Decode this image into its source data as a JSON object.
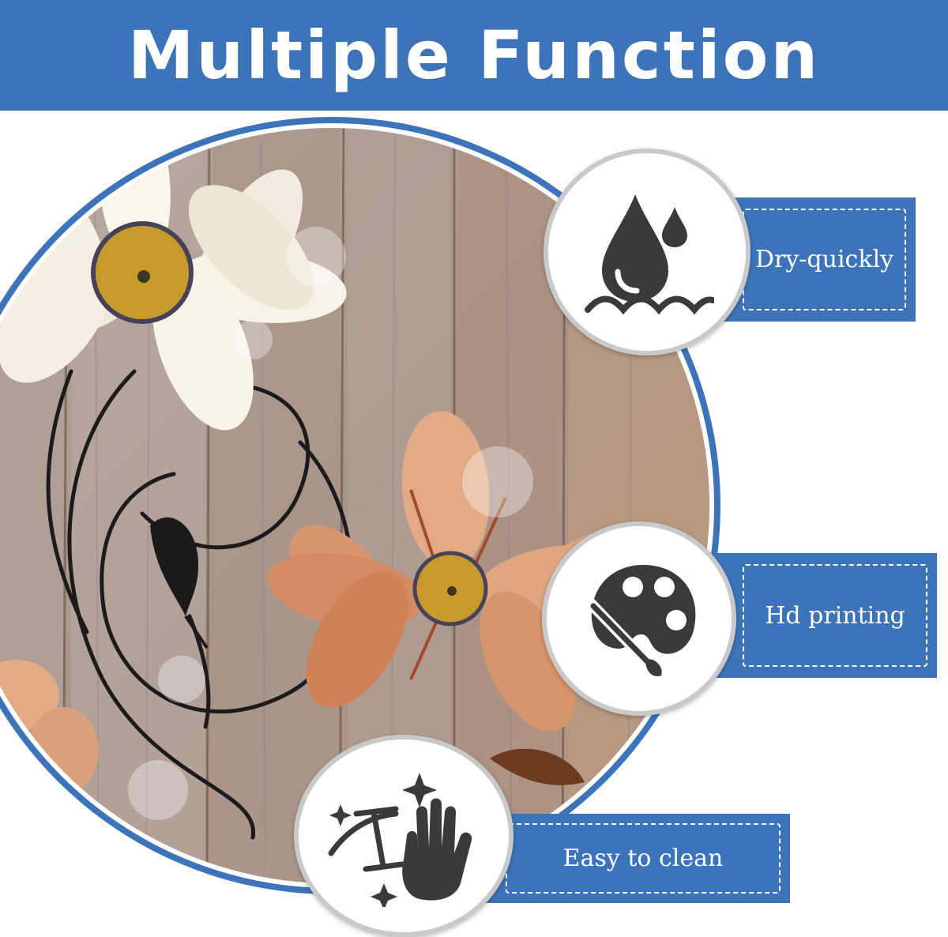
{
  "banner": {
    "title": "Multiple Function",
    "color": "#3d73b8"
  },
  "features": [
    {
      "label": "Dry-quickly",
      "icon": "water-drop-icon"
    },
    {
      "label": "Hd printing",
      "icon": "palette-brush-icon"
    },
    {
      "label": "Easy to clean",
      "icon": "wipe-hand-icon"
    }
  ]
}
